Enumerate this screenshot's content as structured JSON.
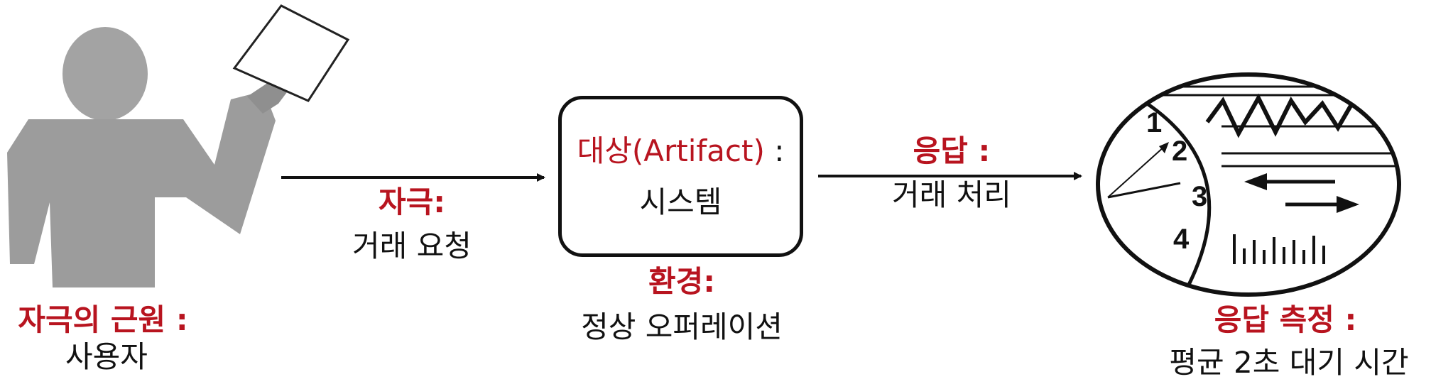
{
  "source": {
    "title": "자극의 근원 :",
    "value": "사용자",
    "icon": "presenter-person-icon"
  },
  "stimulus": {
    "title": "자극:",
    "value": "거래 요청"
  },
  "artifact": {
    "title": "대상(Artifact)",
    "colon": " :",
    "value": "시스템"
  },
  "environment": {
    "title": "환경:",
    "value": "정상 오퍼레이션"
  },
  "response": {
    "title": "응답 :",
    "value": "거래 처리"
  },
  "measure": {
    "title": "응답 측정 :",
    "value": "평균 2초 대기 시간",
    "icon": "measurement-gauge-icon",
    "dial_numbers": [
      "1",
      "2",
      "3",
      "4"
    ]
  },
  "colors": {
    "accent": "#b8141f",
    "text": "#111111",
    "figure": "#9c9c9c"
  }
}
